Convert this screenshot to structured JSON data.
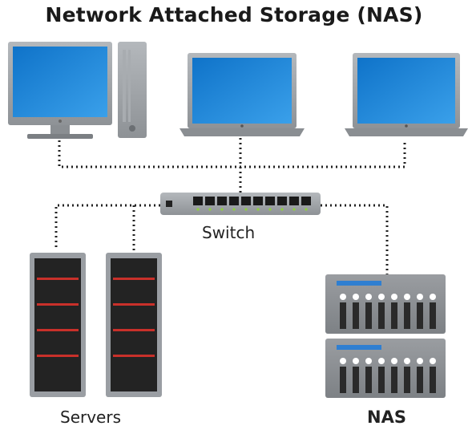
{
  "title": "Network Attached Storage (NAS)",
  "labels": {
    "switch": "Switch",
    "servers": "Servers",
    "nas": "NAS"
  },
  "colors": {
    "screen": "#1e86d8",
    "device_gray": "#9a9ea3",
    "dark_gray": "#6b6f73",
    "server_body": "#222222",
    "server_stripe": "#c8302a",
    "nas_accent": "#2f7fd1",
    "led_green": "#8fd13f",
    "connection_line": "#222222"
  },
  "icons": [
    "desktop-computer-icon",
    "laptop-icon",
    "laptop-icon",
    "network-switch-icon",
    "server-icon",
    "server-icon",
    "nas-unit-icon",
    "nas-unit-icon"
  ]
}
